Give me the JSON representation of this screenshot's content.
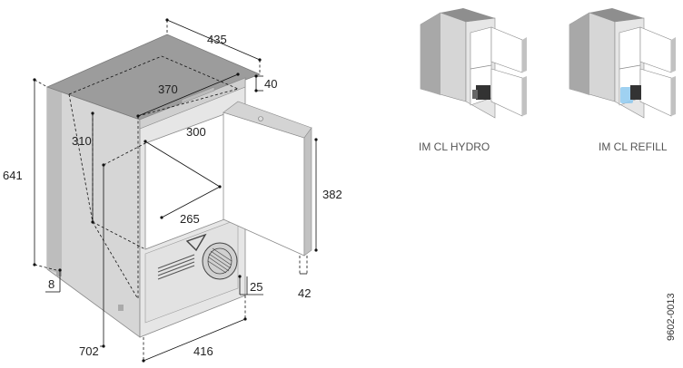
{
  "dimensions": {
    "width_top": "435",
    "depth_top": "40",
    "interior_width_top": "370",
    "total_height": "641",
    "interior_height": "310",
    "interior_width_mid": "300",
    "door_height": "382",
    "interior_depth_bottom": "265",
    "foot_height": "8",
    "front_offset": "25",
    "door_thickness": "42",
    "overall_depth": "702",
    "front_width": "416"
  },
  "variants": [
    {
      "label": "IM CL HYDRO"
    },
    {
      "label": "IM CL REFILL"
    }
  ],
  "drawing_code": "9602-0013",
  "colors": {
    "top_panel": "#9c9c9c",
    "side_panel": "#d6d6d6",
    "front_panel": "#e6e6e6",
    "door_edge": "#cfcfcf",
    "refill_accent": "#8ec9ee"
  }
}
